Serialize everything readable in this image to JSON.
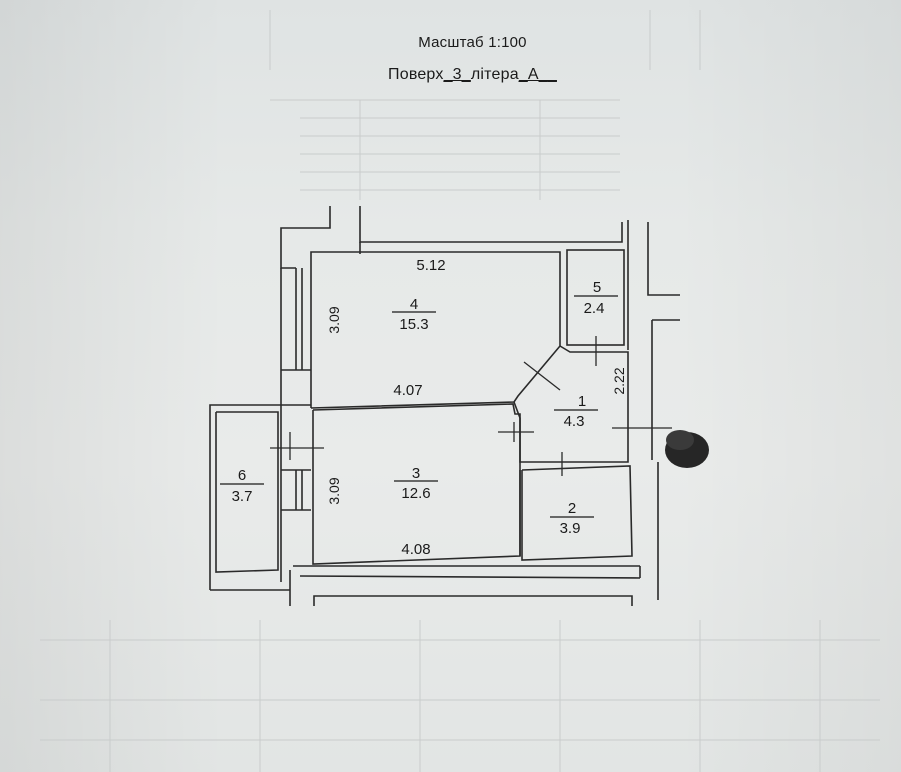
{
  "header": {
    "scale": "Масштаб 1:100",
    "floor_prefix": "Поверх",
    "floor_value": "_3_",
    "litera_prefix": "літера",
    "litera_value": "_А__"
  },
  "rooms": [
    {
      "number": "4",
      "area": "15.3"
    },
    {
      "number": "3",
      "area": "12.6"
    },
    {
      "number": "5",
      "area": "2.4"
    },
    {
      "number": "1",
      "area": "4.3"
    },
    {
      "number": "2",
      "area": "3.9"
    },
    {
      "number": "6",
      "area": "3.7"
    }
  ],
  "dimensions": {
    "room4_top": "5.12",
    "room4_left": "3.09",
    "room4_bottom": "4.07",
    "room3_left": "3.09",
    "room3_bottom": "4.08",
    "room1_right": "2.22"
  },
  "colors": {
    "line": "#2a2a2a",
    "faint": "#bfc3c3"
  }
}
